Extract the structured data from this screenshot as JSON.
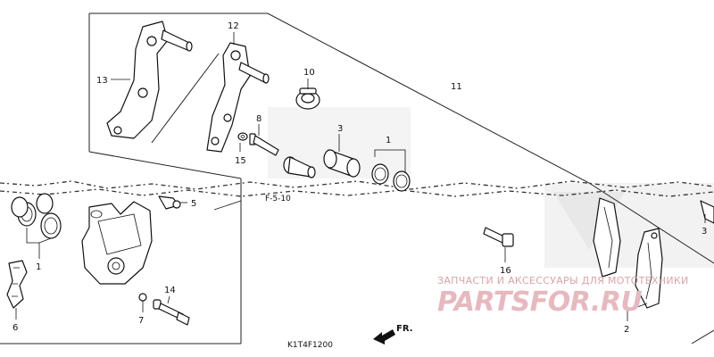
{
  "diagram": {
    "callouts": [
      "13",
      "12",
      "10",
      "11",
      "8",
      "3",
      "1",
      "15",
      "5",
      "1",
      "6",
      "7",
      "14",
      "16",
      "2",
      "3"
    ],
    "diagram_code": "K1T4F1200",
    "obscured_code": "F-5-10",
    "direction_label": "FR.",
    "watermark": {
      "line1": "ЗАПЧАСТИ И АКСЕССУАРЫ ДЛЯ МОТОТЕХНИКИ",
      "line2": "PARTSFOR.RU"
    }
  }
}
